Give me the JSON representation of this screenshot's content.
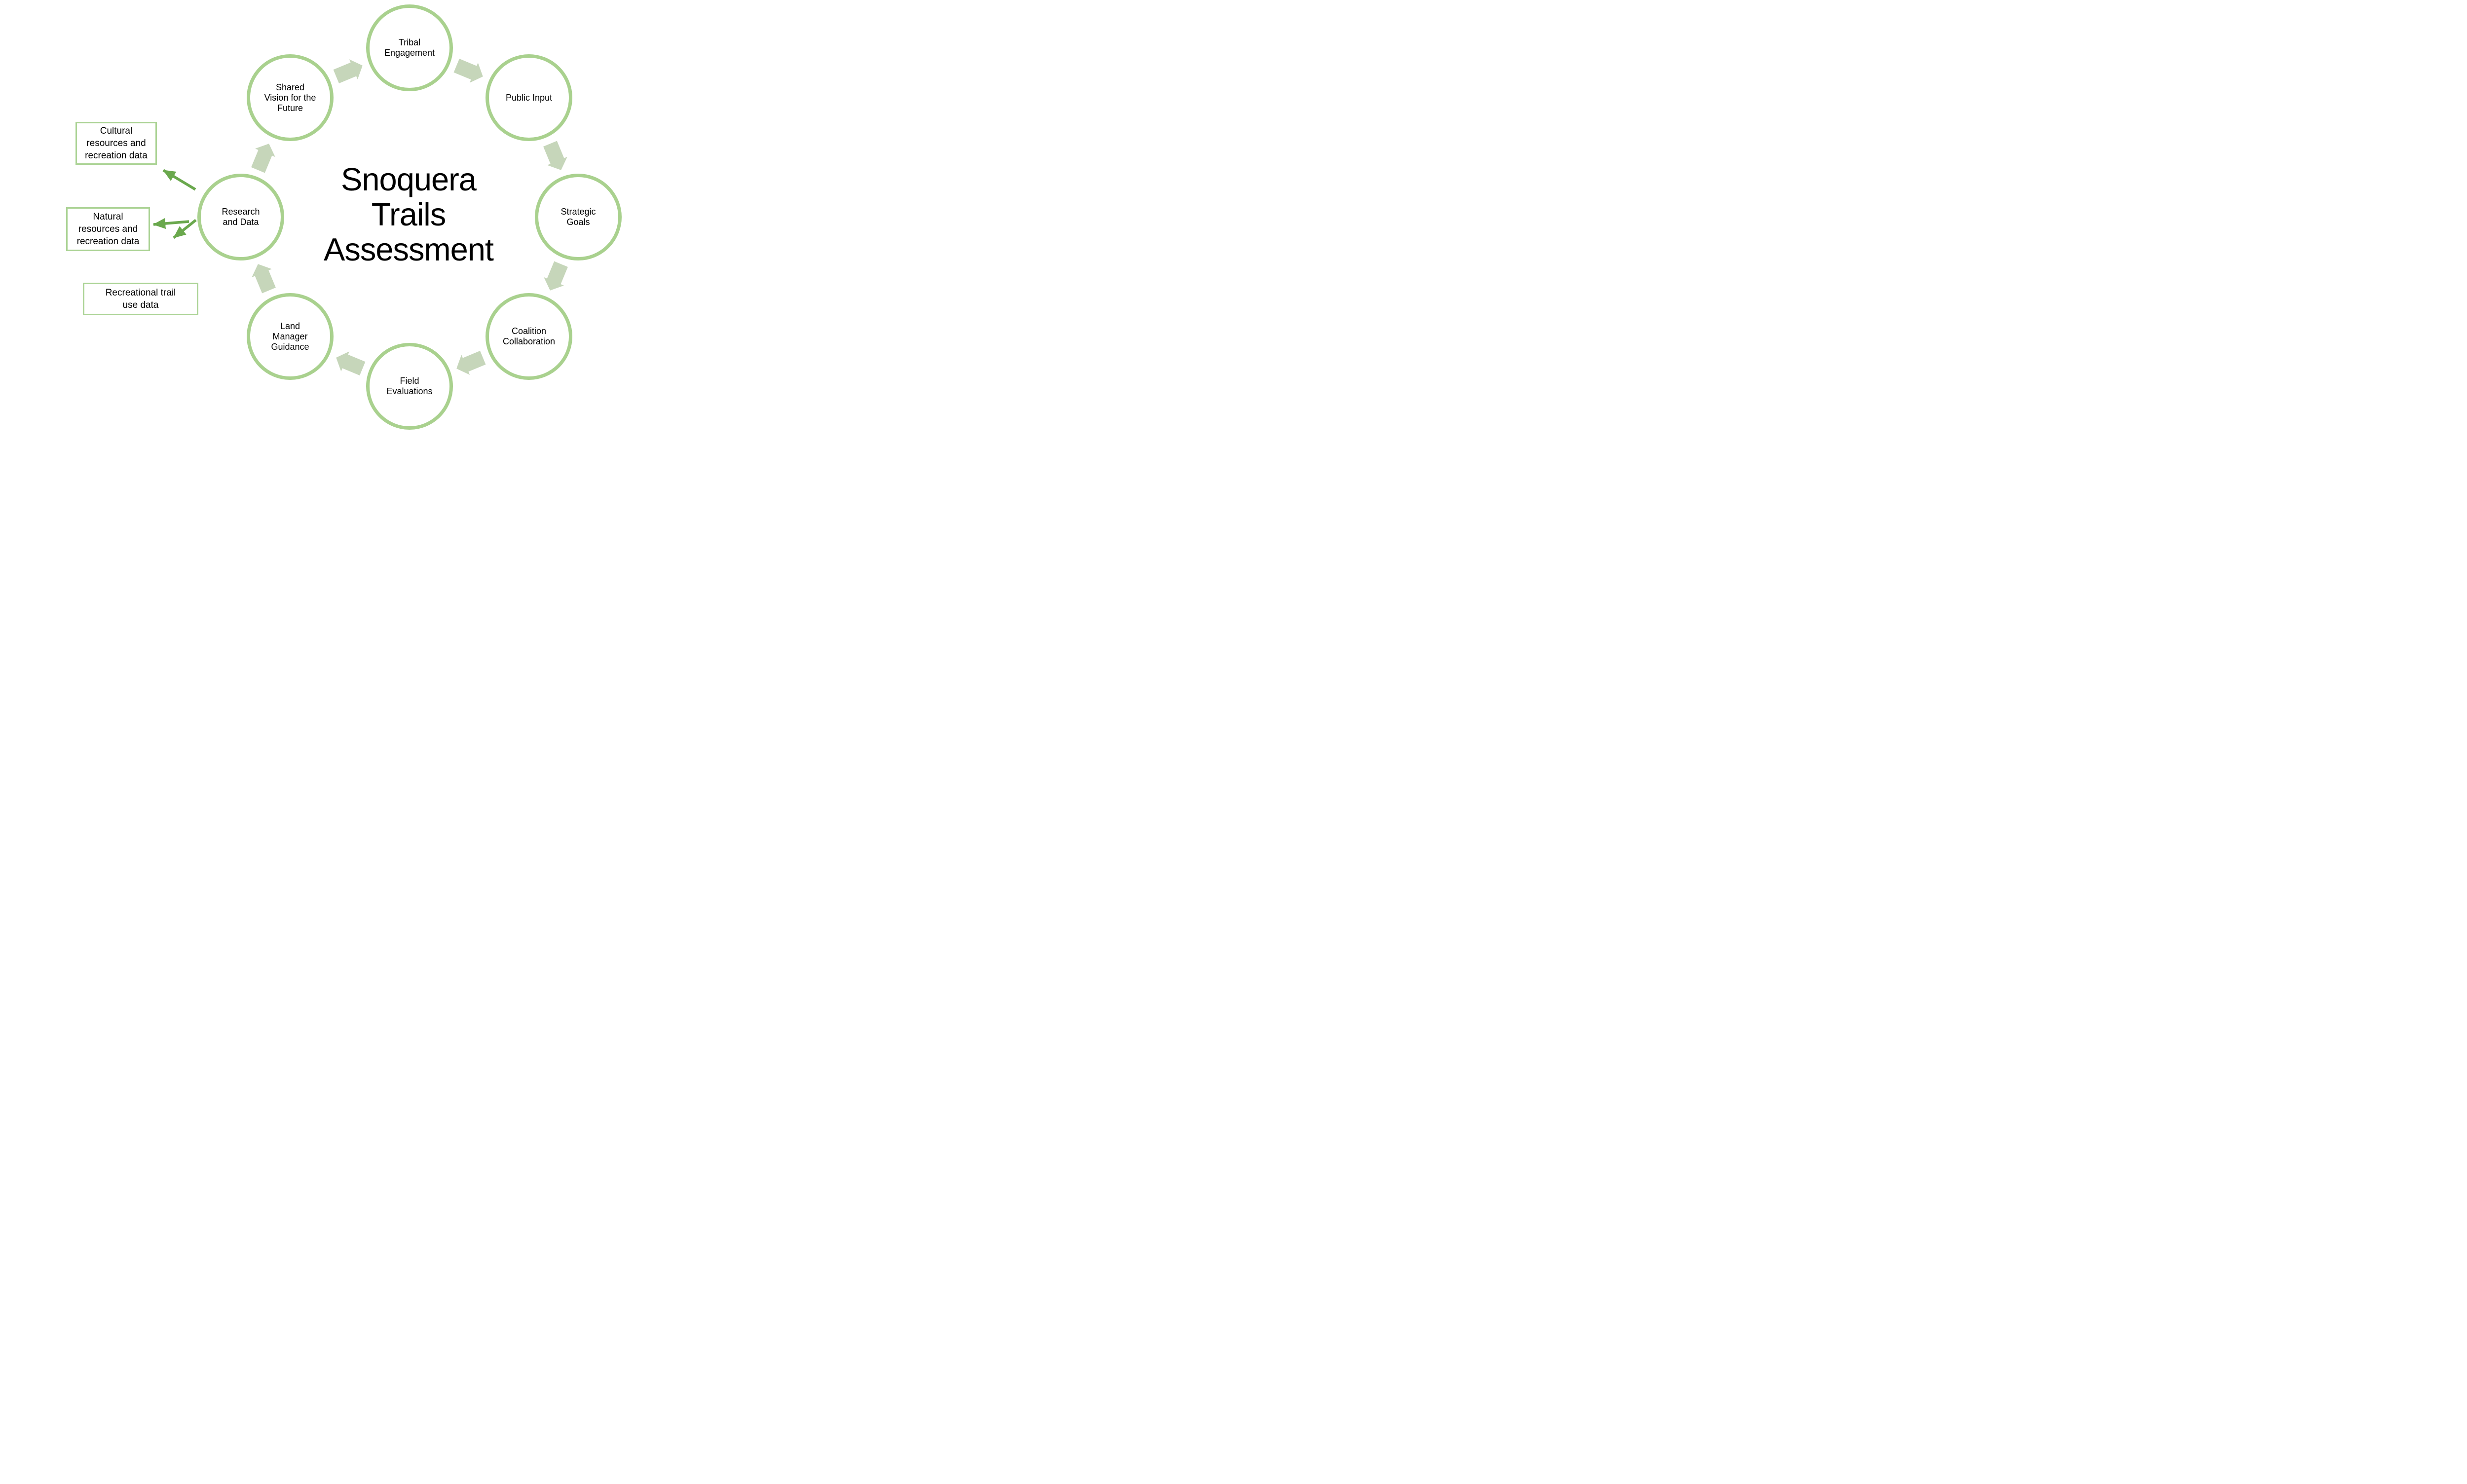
{
  "title": "Snoquera\nTrails\nAssessment",
  "cycle": {
    "flow_direction": "clockwise",
    "stages": [
      {
        "id": "tribal-engagement",
        "label": "Tribal\nEngagement"
      },
      {
        "id": "public-input",
        "label": "Public Input"
      },
      {
        "id": "strategic-goals",
        "label": "Strategic\nGoals"
      },
      {
        "id": "coalition-collaboration",
        "label": "Coalition\nCollaboration"
      },
      {
        "id": "field-evaluations",
        "label": "Field\nEvaluations"
      },
      {
        "id": "land-manager-guidance",
        "label": "Land\nManager\nGuidance"
      },
      {
        "id": "research-and-data",
        "label": "Research\nand Data"
      },
      {
        "id": "shared-vision",
        "label": "Shared\nVision for the\nFuture"
      }
    ]
  },
  "data_sources": [
    {
      "id": "cultural-data",
      "label": "Cultural\nresources and\nrecreation data"
    },
    {
      "id": "natural-data",
      "label": "Natural\nresources and\nrecreation data"
    },
    {
      "id": "trail-use-data",
      "label": "Recreational trail\nuse data"
    }
  ],
  "colors": {
    "circle_border": "#a9d18e",
    "box_border": "#abd395",
    "block_arrow": "#c6d6ba",
    "thin_arrow": "#6aa84d",
    "text": "#000000",
    "background": "#ffffff"
  }
}
